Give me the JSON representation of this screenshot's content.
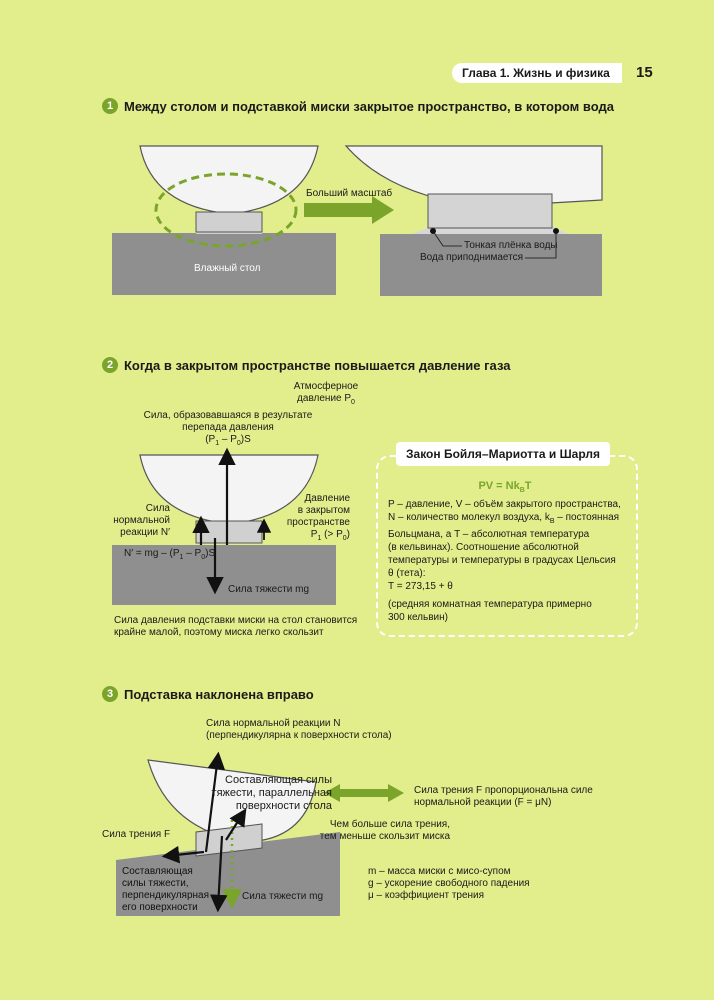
{
  "header": {
    "chapter": "Глава 1. Жизнь и физика",
    "page": "15"
  },
  "sections": [
    {
      "num": "1",
      "title": "Между столом и подставкой миски закрытое пространство, в котором вода"
    },
    {
      "num": "2",
      "title": "Когда в закрытом пространстве повышается давление газа"
    },
    {
      "num": "3",
      "title": "Подставка наклонена вправо"
    }
  ],
  "s1": {
    "scale_label": "Больший масштаб",
    "wet_table": "Влажный стол",
    "thin_film": "Тонкая плёнка воды",
    "water_rises": "Вода приподнимается"
  },
  "s2": {
    "atm1": "Атмосферное",
    "atm2": "давление P",
    "atm_sub": "0",
    "force1": "Сила, образовавшаяся в результате",
    "force2": "перепада давления",
    "force3a": "(P",
    "force3s1": "1",
    "force3b": " – P",
    "force3s2": "0",
    "force3c": ")S",
    "normal1": "Сила",
    "normal2": "нормальной",
    "normal3": "реакции N′",
    "press1": "Давление",
    "press2": "в закрытом",
    "press3": "пространстве",
    "press4a": "P",
    "press4s1": "1",
    "press4b": " (> P",
    "press4s2": "0",
    "press4c": ")",
    "eq_a": "N′ = mg – (P",
    "eq_s1": "1",
    "eq_b": " – P",
    "eq_s2": "0",
    "eq_c": ")S",
    "gravity": "Сила тяжести mg",
    "caption1": "Сила давления подставки миски на стол становится",
    "caption2": "крайне малой, поэтому миска легко скользит",
    "law_title": "Закон Бойля–Мариотта и Шарля",
    "formula_a": "PV = Nk",
    "formula_sub": "B",
    "formula_b": "T",
    "law1": "P – давление, V – объём закрытого пространства,",
    "law2a": "N – количество молекул воздуха, k",
    "law2s": "B",
    "law2b": " – постоянная",
    "law3": "Больцмана, а T – абсолютная температура",
    "law4": "(в кельвинах). Соотношение абсолютной",
    "law5": "температуры и температуры в градусах Цельсия",
    "law6": "θ (тета):",
    "law7": "T = 273,15 + θ",
    "law8": "(средняя комнатная температура примерно",
    "law9": "300 кельвин)"
  },
  "s3": {
    "normal1": "Сила нормальной реакции N",
    "normal2": "(перпендикулярна к поверхности стола)",
    "parallel1": "Составляющая силы",
    "parallel2": "тяжести, параллельная",
    "parallel3": "поверхности стола",
    "friction_prop1": "Сила трения F пропорциональна силе",
    "friction_prop2": "нормальной реакции (F = μN)",
    "more_friction1": "Чем больше сила трения,",
    "more_friction2": "тем меньше скользит миска",
    "friction": "Сила трения F",
    "perp1": "Составляющая",
    "perp2": "силы тяжести,",
    "perp3": "перпендикулярная",
    "perp4": "его поверхности",
    "gravity": "Сила тяжести mg",
    "legend1": "m – масса миски с мисо-супом",
    "legend2": "g – ускорение свободного падения",
    "legend3": "μ – коэффициент трения"
  },
  "colors": {
    "background": "#e2ee8c",
    "accent": "#7aa52a",
    "table": "#8f8f8f",
    "bowl": "#f4f4f4"
  }
}
